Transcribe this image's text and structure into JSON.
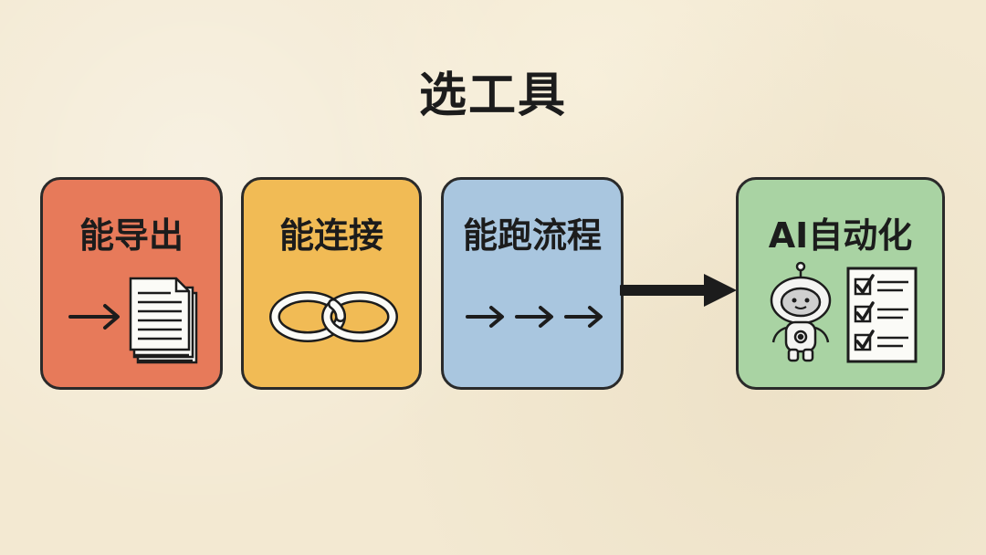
{
  "title": "选工具",
  "cards": [
    {
      "label": "能导出",
      "icon": "arrow-to-documents-icon",
      "color": "#e77a5a"
    },
    {
      "label": "能连接",
      "icon": "chain-link-icon",
      "color": "#f1bb55"
    },
    {
      "label": "能跑流程",
      "icon": "three-arrows-icon",
      "color": "#a9c6df"
    },
    {
      "label": "AI自动化",
      "icon": "robot-checklist-icon",
      "color": "#a9d3a3"
    }
  ],
  "connector": {
    "icon": "right-arrow-icon"
  }
}
